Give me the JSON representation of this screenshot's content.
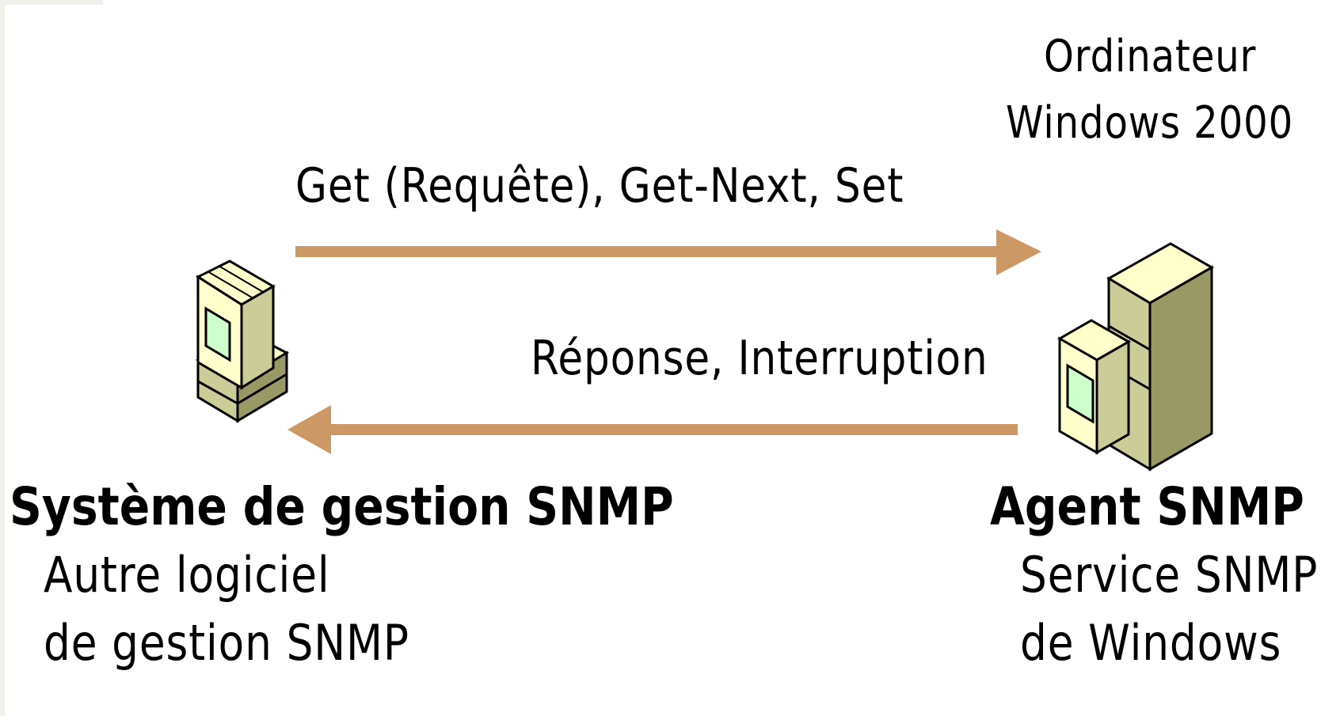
{
  "diagram": {
    "agent_computer_label": [
      "Ordinateur",
      "Windows 2000"
    ],
    "request_label": "Get (Requête), Get-Next, Set",
    "response_label": "Réponse, Interruption",
    "manager": {
      "title": "Système de gestion SNMP",
      "subtitle_lines": [
        "Autre logiciel",
        "de gestion SNMP"
      ],
      "icon": "workstation-icon"
    },
    "agent": {
      "title": "Agent SNMP",
      "subtitle_lines": [
        "Service SNMP",
        "de Windows"
      ],
      "icon": "server-icon"
    },
    "colors": {
      "arrow": "#cc9966",
      "device_face": "#ffffcc",
      "device_side": "#cccc99",
      "device_shade": "#999966",
      "screen": "#ccffcc"
    }
  }
}
